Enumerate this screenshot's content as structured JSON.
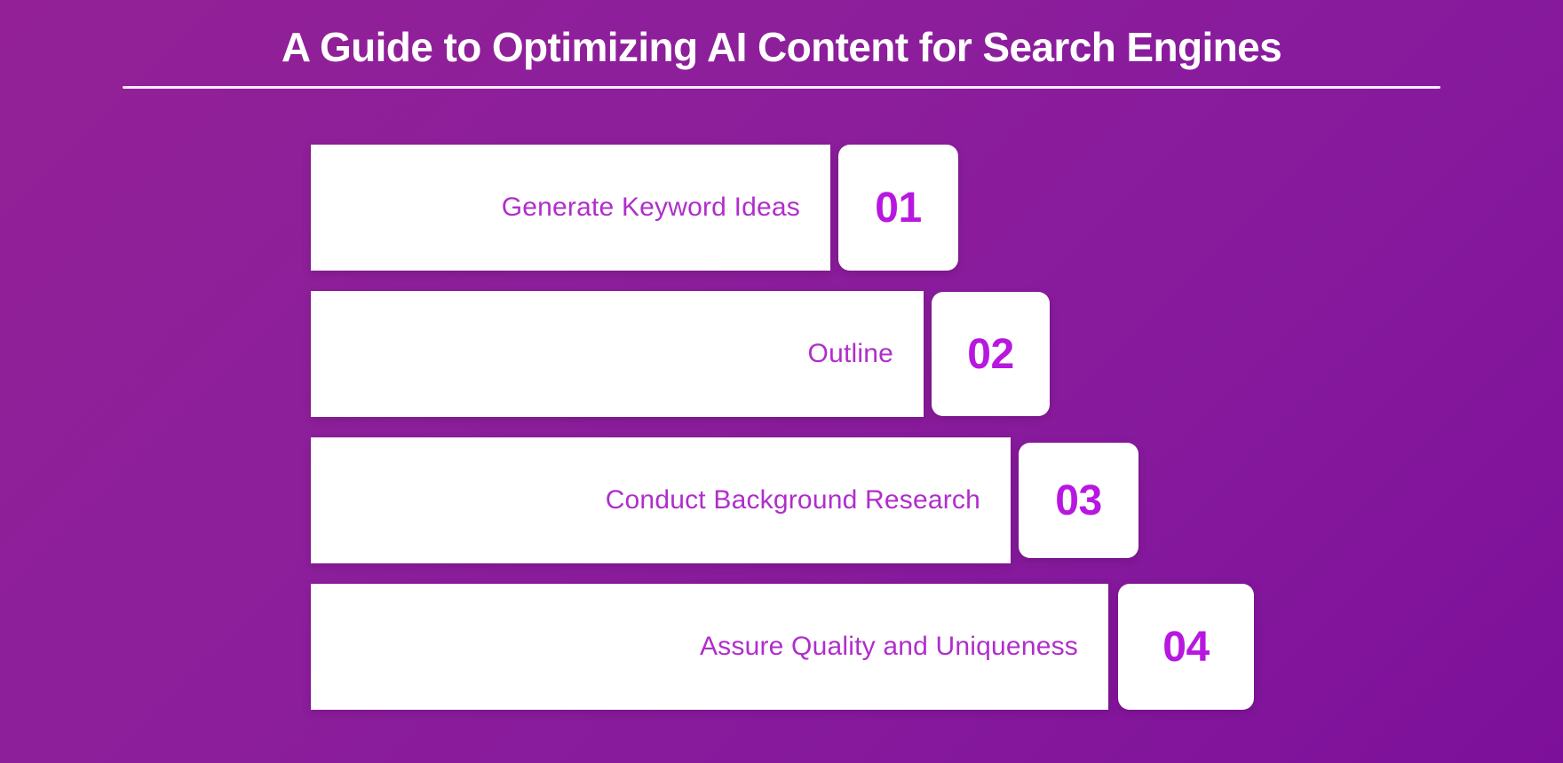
{
  "header": {
    "title": "A Guide to Optimizing AI Content for Search Engines",
    "accent_color": "#b817e0",
    "label_color": "#b02ecb",
    "background_from": "#932096",
    "background_to": "#7d109a"
  },
  "steps": [
    {
      "number": "01",
      "label": "Generate Keyword Ideas"
    },
    {
      "number": "02",
      "label": "Outline"
    },
    {
      "number": "03",
      "label": "Conduct Background Research"
    },
    {
      "number": "04",
      "label": "Assure Quality and Uniqueness"
    }
  ]
}
